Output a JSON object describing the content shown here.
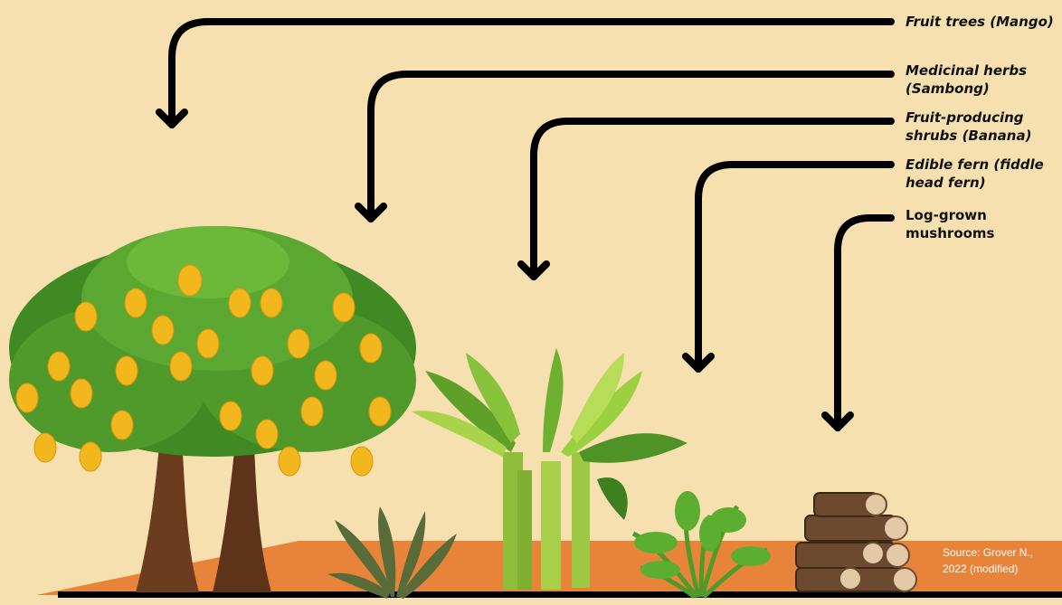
{
  "layers": [
    {
      "id": "mango",
      "label": "Fruit trees (Mango)",
      "italic": true
    },
    {
      "id": "sambong",
      "label": "Medicinal herbs\n(Sambong)",
      "italic": true
    },
    {
      "id": "banana",
      "label": "Fruit-producing\nshrubs (Banana)",
      "italic": true
    },
    {
      "id": "fern",
      "label": "Edible fern (fiddle\nhead fern)",
      "italic": true
    },
    {
      "id": "mushroom",
      "label": "Log-grown\nmushrooms",
      "italic": false
    }
  ],
  "source": "Source: Grover N.,\n2022 (modified)",
  "colors": {
    "background": "#f7e0b0",
    "ground": "#e8843a",
    "arrow": "#000000",
    "mango_fruit": "#f2b71c",
    "foliage": "#4f9a2a",
    "trunk": "#6b3d1e"
  }
}
